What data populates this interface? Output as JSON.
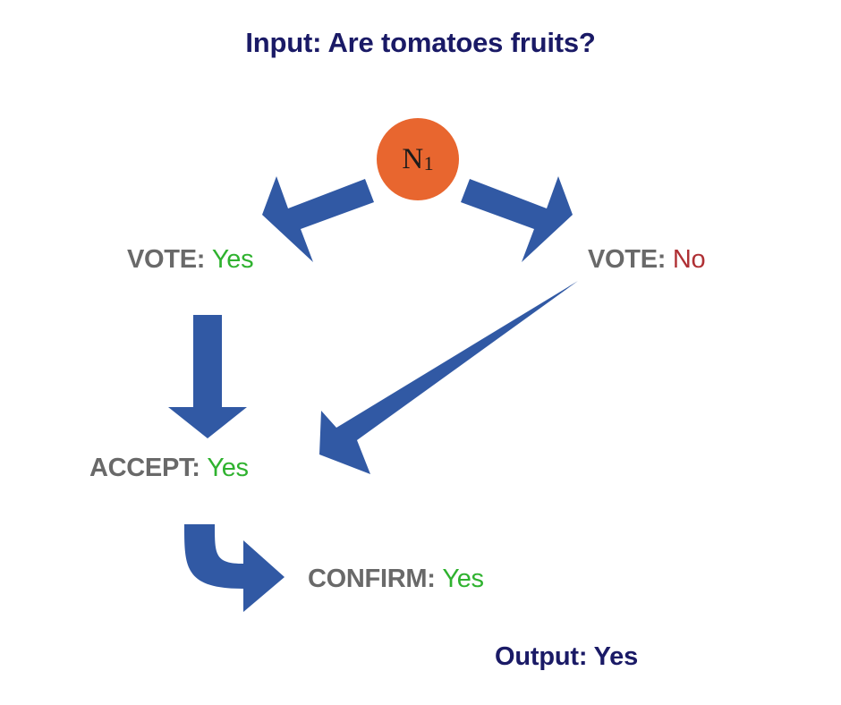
{
  "diagram": {
    "title": "Input: Are tomatoes fruits?",
    "output": "Output: Yes",
    "node": {
      "id_prefix": "N",
      "id_subscript": "1",
      "color": "#E8662F"
    },
    "colors": {
      "title": "#1A1A66",
      "output": "#1A1A66",
      "arrow": "#3159A4",
      "node_fill": "#E8662F",
      "label_key": "#696969",
      "value_yes": "#2FB22F",
      "value_no": "#AF3034",
      "background": "#FFFFFF"
    },
    "steps": [
      {
        "key": "VOTE:",
        "value": "Yes",
        "value_kind": "yes"
      },
      {
        "key": "VOTE:",
        "value": "No",
        "value_kind": "no"
      },
      {
        "key": "ACCEPT:",
        "value": "Yes",
        "value_kind": "yes"
      },
      {
        "key": "CONFIRM:",
        "value": "Yes",
        "value_kind": "yes"
      }
    ],
    "edges": [
      {
        "name": "node-to-vote-yes",
        "style": "block-arrow",
        "from": "N1",
        "to": "VOTE: Yes"
      },
      {
        "name": "node-to-vote-no",
        "style": "block-arrow",
        "from": "N1",
        "to": "VOTE: No"
      },
      {
        "name": "vote-yes-to-accept",
        "style": "block-arrow",
        "from": "VOTE: Yes",
        "to": "ACCEPT: Yes"
      },
      {
        "name": "vote-no-to-accept",
        "style": "tapered-arrow",
        "from": "VOTE: No",
        "to": "ACCEPT: Yes"
      },
      {
        "name": "accept-to-confirm",
        "style": "curved-arrow",
        "from": "ACCEPT: Yes",
        "to": "CONFIRM: Yes"
      }
    ]
  }
}
